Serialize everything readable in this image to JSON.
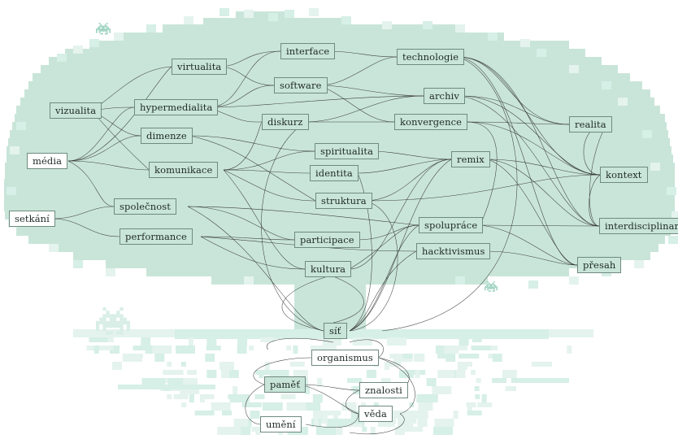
{
  "colors": {
    "canopy": "#c9e5d9",
    "canopy_light": "#e4f3ed",
    "pixel": "#d6efe7",
    "edge": "#2f2f2f",
    "border": "#6f8a7e"
  },
  "icons": [
    "space-invader-icon",
    "space-invader-icon",
    "space-invader-icon"
  ],
  "nodes": {
    "vizualita": "vizualita",
    "media": "média",
    "setkani": "setkání",
    "virtualita": "virtualita",
    "hypermedialita": "hypermedialita",
    "dimenze": "dimenze",
    "komunikace": "komunikace",
    "spolecnost": "společnost",
    "performance": "performance",
    "interface": "interface",
    "software": "software",
    "diskurz": "diskurz",
    "spiritualita": "spiritualita",
    "identita": "identita",
    "struktura": "struktura",
    "participace": "participace",
    "kultura": "kultura",
    "technologie": "technologie",
    "archiv": "archiv",
    "konvergence": "konvergence",
    "remix": "remix",
    "spoluprace": "spolupráce",
    "hacktivismus": "hacktivismus",
    "realita": "realita",
    "kontext": "kontext",
    "interdisciplinarita": "interdisciplinarita",
    "presah": "přesah",
    "sit": "síť",
    "organismus": "organismus",
    "pamet": "paměť",
    "znalosti": "znalosti",
    "veda": "věda",
    "umeni": "umění"
  }
}
